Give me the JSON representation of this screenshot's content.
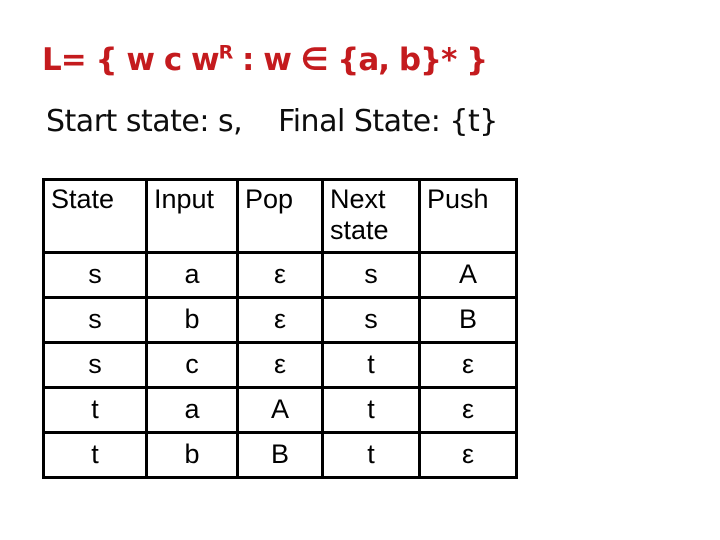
{
  "slide": {
    "background_color": "#ffffff",
    "title": {
      "color": "#c41b1e",
      "prefix": "L= { w c w",
      "superscript": "R",
      "suffix": " : w ∈ {a, b}* }"
    },
    "subtitle": {
      "start_state_text": "Start state: s,",
      "final_state_text": "Final State: {t}"
    },
    "table": {
      "border_color": "#000000",
      "headers": [
        "State",
        "Input",
        "Pop",
        "Next state",
        "Push"
      ],
      "rows": [
        [
          "s",
          "a",
          "ε",
          "s",
          "A"
        ],
        [
          "s",
          "b",
          "ε",
          "s",
          "B"
        ],
        [
          "s",
          "c",
          "ε",
          "t",
          "ε"
        ],
        [
          "t",
          "a",
          "A",
          "t",
          "ε"
        ],
        [
          "t",
          "b",
          "B",
          "t",
          "ε"
        ]
      ]
    }
  }
}
